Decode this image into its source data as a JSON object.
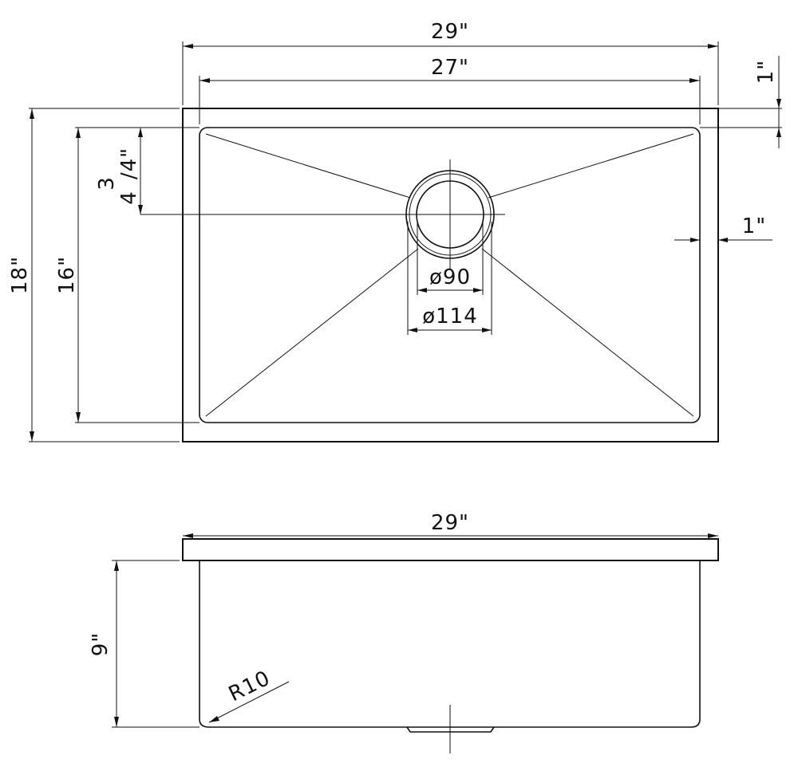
{
  "top_view": {
    "overall_width": "29\"",
    "inner_width": "27\"",
    "flange_top": "1\"",
    "side_wall": "1\"",
    "overall_depth": "18\"",
    "inner_depth": "16\"",
    "drain_offset_a": "3",
    "drain_offset_b": "4",
    "drain_offset_c": "/4\"",
    "drain_inner_diameter": "ø90",
    "drain_outer_diameter": "ø114"
  },
  "side_view": {
    "overall_width": "29\"",
    "height": "9\"",
    "corner_radius": "R10"
  },
  "colors": {
    "line": "#111111",
    "background": "#ffffff"
  }
}
